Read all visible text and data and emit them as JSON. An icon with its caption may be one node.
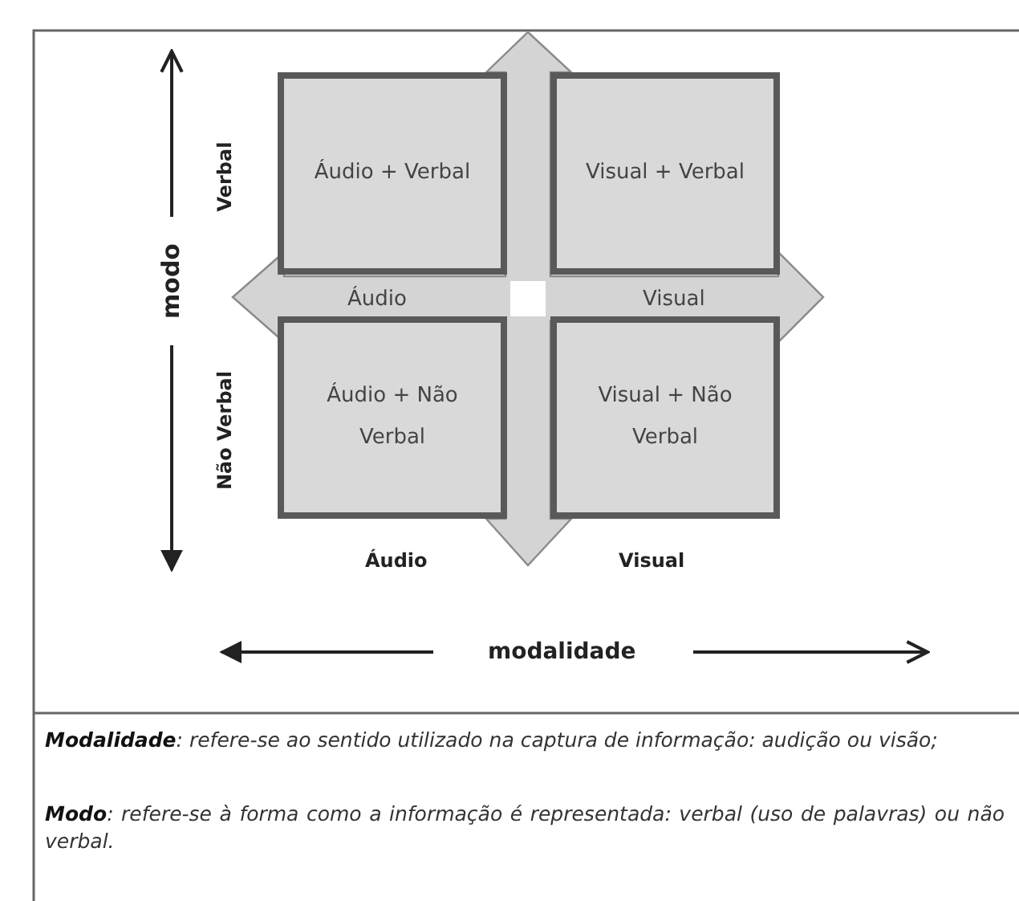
{
  "diagram": {
    "nodes": [
      {
        "text": [
          "Áudio + Verbal"
        ]
      },
      {
        "text": [
          "Visual + Verbal"
        ]
      },
      {
        "text": [
          "Áudio + Não Verbal"
        ]
      },
      {
        "text": [
          "Visual + Não Verbal"
        ]
      }
    ],
    "labels": [
      "Verbal",
      "modo",
      "Áudio",
      "Visual",
      "Não Verbal",
      "Áudio",
      "Visual",
      "modalidade",
      "**Modalidade**: refere-se ao sentido utilizado na captura de informação: audição ou visão;",
      "**Modo**: refere-se à forma como a informação é representada: verbal (uso de palavras) ou não verbal."
    ]
  }
}
